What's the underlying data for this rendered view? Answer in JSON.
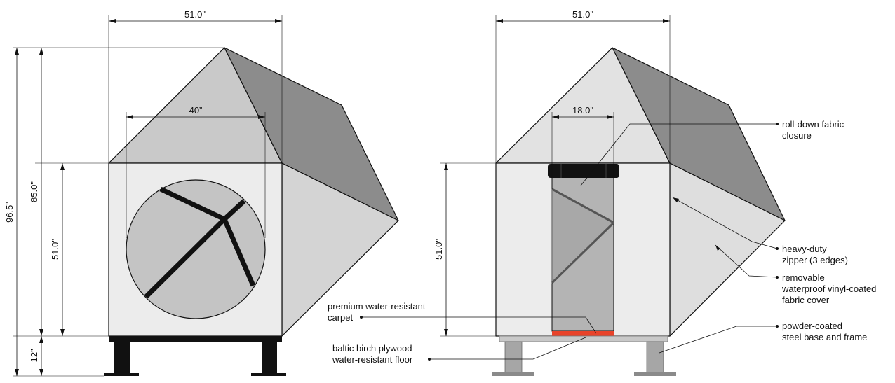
{
  "dimensions": {
    "left_width": "51.0\"",
    "left_total_height": "96.5\"",
    "left_body_height": "85.0\"",
    "left_wall_height": "51.0\"",
    "left_base_height": "12”",
    "left_opening": "40”",
    "right_width": "51.0\"",
    "right_opening": "18.0\"",
    "right_wall_height": "51.0\""
  },
  "callouts": {
    "closure": [
      "roll-down fabric",
      "closure"
    ],
    "zipper": [
      "heavy-duty",
      "zipper (3 edges)"
    ],
    "cover": [
      "removable",
      "waterproof vinyl-coated",
      "fabric cover"
    ],
    "base": [
      "powder-coated",
      "steel base and frame"
    ],
    "carpet": [
      "premium water-resistant",
      "carpet"
    ],
    "floor": [
      "baltic birch plywood",
      "water-resistant floor"
    ]
  },
  "colors": {
    "light_face": "#e8e8e8",
    "roof_light": "#c9c9c9",
    "roof_dark": "#8c8c8c",
    "side_face": "#d4d4d4",
    "disc": "#c4c4c4",
    "base_black": "#111111",
    "steel": "#a6a6a6",
    "carpet": "#e8432a"
  }
}
